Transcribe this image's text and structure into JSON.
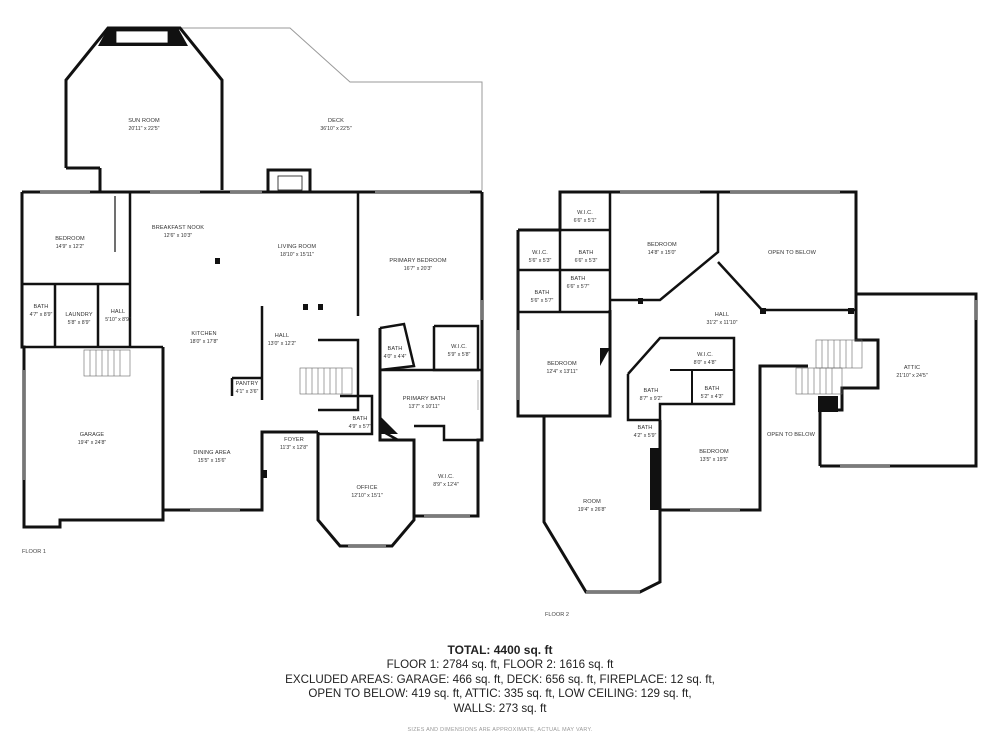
{
  "floors": [
    {
      "name": "FLOOR 1",
      "label": "FLOOR 1"
    },
    {
      "name": "FLOOR 2",
      "label": "FLOOR 2"
    }
  ],
  "rooms": [
    {
      "id": "sun-room",
      "name": "SUN ROOM",
      "dims": "20'11\" x 22'5\""
    },
    {
      "id": "deck",
      "name": "DECK",
      "dims": "36'10\" x 22'5\""
    },
    {
      "id": "bedroom-f1",
      "name": "BEDROOM",
      "dims": "14'9\" x 12'2\""
    },
    {
      "id": "breakfast-nook",
      "name": "BREAKFAST NOOK",
      "dims": "12'6\" x 10'3\""
    },
    {
      "id": "living-room",
      "name": "LIVING ROOM",
      "dims": "18'10\" x 15'11\""
    },
    {
      "id": "primary-bedroom",
      "name": "PRIMARY BEDROOM",
      "dims": "16'7\" x 20'3\""
    },
    {
      "id": "bath-f1",
      "name": "BATH",
      "dims": "4'7\" x 8'9\""
    },
    {
      "id": "laundry",
      "name": "LAUNDRY",
      "dims": "5'8\" x 8'9\""
    },
    {
      "id": "hall-f1a",
      "name": "HALL",
      "dims": "5'10\" x 8'9\""
    },
    {
      "id": "kitchen",
      "name": "KITCHEN",
      "dims": "18'0\" x 17'8\""
    },
    {
      "id": "hall-f1b",
      "name": "HALL",
      "dims": "13'0\" x 12'2\""
    },
    {
      "id": "bath-primary-small",
      "name": "BATH",
      "dims": "4'0\" x 4'4\""
    },
    {
      "id": "wic-primary",
      "name": "W.I.C.",
      "dims": "5'9\" x 5'8\""
    },
    {
      "id": "pantry",
      "name": "PANTRY",
      "dims": "4'1\" x 3'6\""
    },
    {
      "id": "primary-bath",
      "name": "PRIMARY BATH",
      "dims": "13'7\" x 10'11\""
    },
    {
      "id": "bath-f1c",
      "name": "BATH",
      "dims": "4'9\" x 5'7\""
    },
    {
      "id": "garage",
      "name": "GARAGE",
      "dims": "19'4\" x 24'8\""
    },
    {
      "id": "dining-area",
      "name": "DINING AREA",
      "dims": "15'5\" x 15'6\""
    },
    {
      "id": "foyer",
      "name": "FOYER",
      "dims": "11'3\" x 12'8\""
    },
    {
      "id": "wic-f1b",
      "name": "W.I.C.",
      "dims": "8'9\" x 12'4\""
    },
    {
      "id": "office",
      "name": "OFFICE",
      "dims": "12'10\" x 15'1\""
    },
    {
      "id": "wic-f2a",
      "name": "W.I.C.",
      "dims": "6'6\" x 5'1\""
    },
    {
      "id": "bedroom-f2a",
      "name": "BEDROOM",
      "dims": "14'8\" x 15'0\""
    },
    {
      "id": "open-below-a",
      "name": "OPEN TO BELOW",
      "dims": ""
    },
    {
      "id": "wic-f2b",
      "name": "W.I.C.",
      "dims": "5'6\" x 5'3\""
    },
    {
      "id": "bath-f2a",
      "name": "BATH",
      "dims": "6'6\" x 5'3\""
    },
    {
      "id": "bath-f2b",
      "name": "BATH",
      "dims": "6'6\" x 5'7\""
    },
    {
      "id": "bath-f2c",
      "name": "BATH",
      "dims": "5'6\" x 5'7\""
    },
    {
      "id": "hall-f2",
      "name": "HALL",
      "dims": "31'2\" x 11'10\""
    },
    {
      "id": "attic",
      "name": "ATTIC",
      "dims": "21'10\" x 24'5\""
    },
    {
      "id": "bedroom-f2b",
      "name": "BEDROOM",
      "dims": "12'4\" x 13'11\""
    },
    {
      "id": "wic-f2c",
      "name": "W.I.C.",
      "dims": "8'0\" x 4'8\""
    },
    {
      "id": "bath-f2d",
      "name": "BATH",
      "dims": "8'7\" x 9'2\""
    },
    {
      "id": "bath-f2e",
      "name": "BATH",
      "dims": "5'2\" x 4'3\""
    },
    {
      "id": "bath-f2f",
      "name": "BATH",
      "dims": "4'2\" x 5'9\""
    },
    {
      "id": "open-below-b",
      "name": "OPEN TO BELOW",
      "dims": ""
    },
    {
      "id": "bedroom-f2c",
      "name": "BEDROOM",
      "dims": "13'5\" x 19'5\""
    },
    {
      "id": "room-f2",
      "name": "ROOM",
      "dims": "19'4\" x 26'8\""
    }
  ],
  "summary": {
    "total": "TOTAL: 4400 sq. ft",
    "lines": [
      "FLOOR 1: 2784 sq. ft, FLOOR 2: 1616 sq. ft",
      "EXCLUDED AREAS: GARAGE: 466 sq. ft, DECK: 656 sq. ft, FIREPLACE: 12 sq. ft,",
      "OPEN TO BELOW: 419 sq. ft, ATTIC: 335 sq. ft, LOW CEILING: 129 sq. ft,",
      "WALLS: 273 sq. ft"
    ],
    "disclaimer": "SIZES AND DIMENSIONS ARE APPROXIMATE, ACTUAL MAY VARY."
  },
  "colors": {
    "wall": "#111111",
    "thin_line": "#9a9a9a",
    "text": "#333333",
    "background": "#ffffff"
  }
}
